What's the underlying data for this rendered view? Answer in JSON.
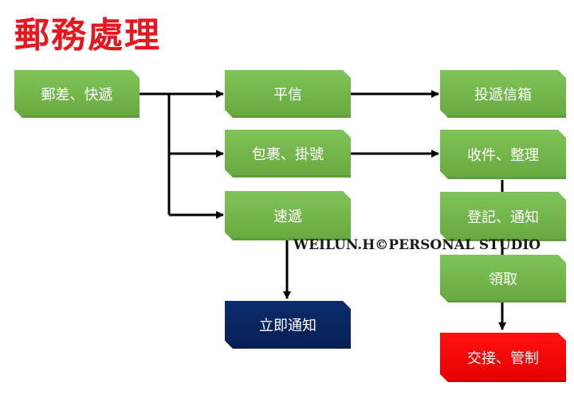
{
  "title": "郵務處理",
  "nodes": {
    "source": "郵差、快遞",
    "ordinary_mail": "平信",
    "parcel_registered": "包裹、掛號",
    "express": "速遞",
    "immediate_notice": "立即通知",
    "mailbox": "投遞信箱",
    "receive_sort": "收件、整理",
    "register_notify": "登記、通知",
    "collect": "領取",
    "handover_control": "交接、管制"
  },
  "watermark": "WEILUN.H©PERSONAL STUDIO",
  "colors": {
    "title": "#e8161e",
    "box_green": "#72b54b",
    "box_navy": "#0a2660",
    "box_red": "#ff0000",
    "arrow": "#000000"
  }
}
